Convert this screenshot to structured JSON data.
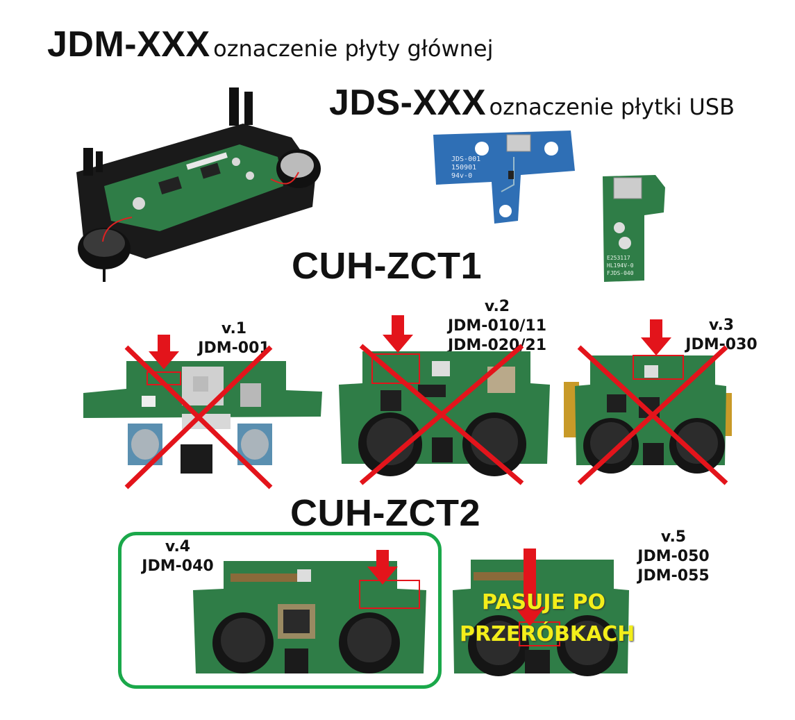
{
  "header": {
    "main_code": "JDM-XXX",
    "main_desc": "oznaczenie płyty głównej",
    "usb_code": "JDS-XXX",
    "usb_desc": "oznaczenie płytki USB"
  },
  "usb_boards": {
    "blue": {
      "line1": "JDS-001",
      "line2": "150901",
      "line3": "94v-0"
    },
    "green": {
      "line1": "E253117",
      "line2": "HL194V-0",
      "line3": "FJDS-040"
    }
  },
  "groups": {
    "zct1": {
      "title": "CUH-ZCT1"
    },
    "zct2": {
      "title": "CUH-ZCT2"
    }
  },
  "boards": {
    "v1": {
      "version": "v.1",
      "code": "JDM-001",
      "status": "incompatible"
    },
    "v2": {
      "version": "v.2",
      "code1": "JDM-010/11",
      "code2": "JDM-020/21",
      "status": "incompatible"
    },
    "v3": {
      "version": "v.3",
      "code": "JDM-030",
      "status": "incompatible"
    },
    "v4": {
      "version": "v.4",
      "code": "JDM-040",
      "status": "compatible"
    },
    "v5": {
      "version": "v.5",
      "code1": "JDM-050",
      "code2": "JDM-055",
      "note_line1": "PASUJE PO",
      "note_line2": "PRZERÓBKACH"
    }
  },
  "colors": {
    "pcb_green": "#2f7d47",
    "pcb_blue": "#2f6fb5",
    "cross_red": "#e3141b",
    "ok_green": "#1aa84a",
    "note_yellow": "#f3ee1a"
  }
}
